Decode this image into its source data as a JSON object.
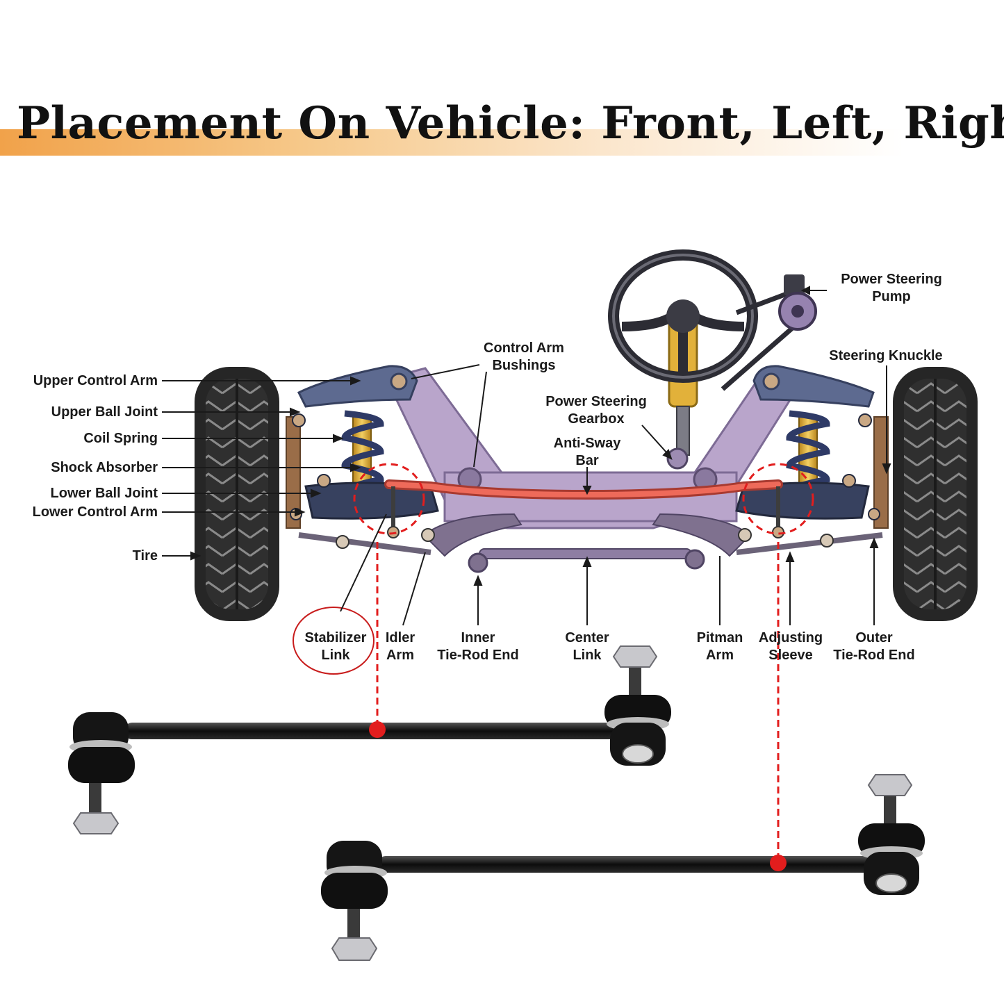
{
  "title": "Placement On Vehicle: Front, Left, Right",
  "colors": {
    "banner_start": "#f1a24a",
    "frame": "#b6a2c8",
    "arm": "#5f6b8f",
    "spring": "#2e3a66",
    "shock": "#e7b233",
    "anti_sway_bar": "#e85d4f",
    "tire": "#2a2a2a",
    "highlight_red": "#e21d1d",
    "link_rod": "#141414"
  },
  "labels": {
    "upper_control_arm": "Upper Control Arm",
    "upper_ball_joint": "Upper Ball Joint",
    "coil_spring": "Coil Spring",
    "shock_absorber": "Shock Absorber",
    "lower_ball_joint": "Lower Ball Joint",
    "lower_control_arm": "Lower Control Arm",
    "tire": "Tire",
    "control_arm_bushings": [
      "Control Arm",
      "Bushings"
    ],
    "power_steering_gearbox": [
      "Power Steering",
      "Gearbox"
    ],
    "anti_sway_bar": [
      "Anti-Sway",
      "Bar"
    ],
    "power_steering_pump": [
      "Power Steering",
      "Pump"
    ],
    "steering_knuckle": "Steering Knuckle",
    "stabilizer_link": [
      "Stabilizer",
      "Link"
    ],
    "idler_arm": [
      "Idler",
      "Arm"
    ],
    "inner_tie_rod_end": [
      "Inner",
      "Tie-Rod End"
    ],
    "center_link": [
      "Center",
      "Link"
    ],
    "pitman_arm": [
      "Pitman",
      "Arm"
    ],
    "adjusting_sleeve": [
      "Adjusting",
      "Sleeve"
    ],
    "outer_tie_rod_end": [
      "Outer",
      "Tie-Rod End"
    ]
  }
}
